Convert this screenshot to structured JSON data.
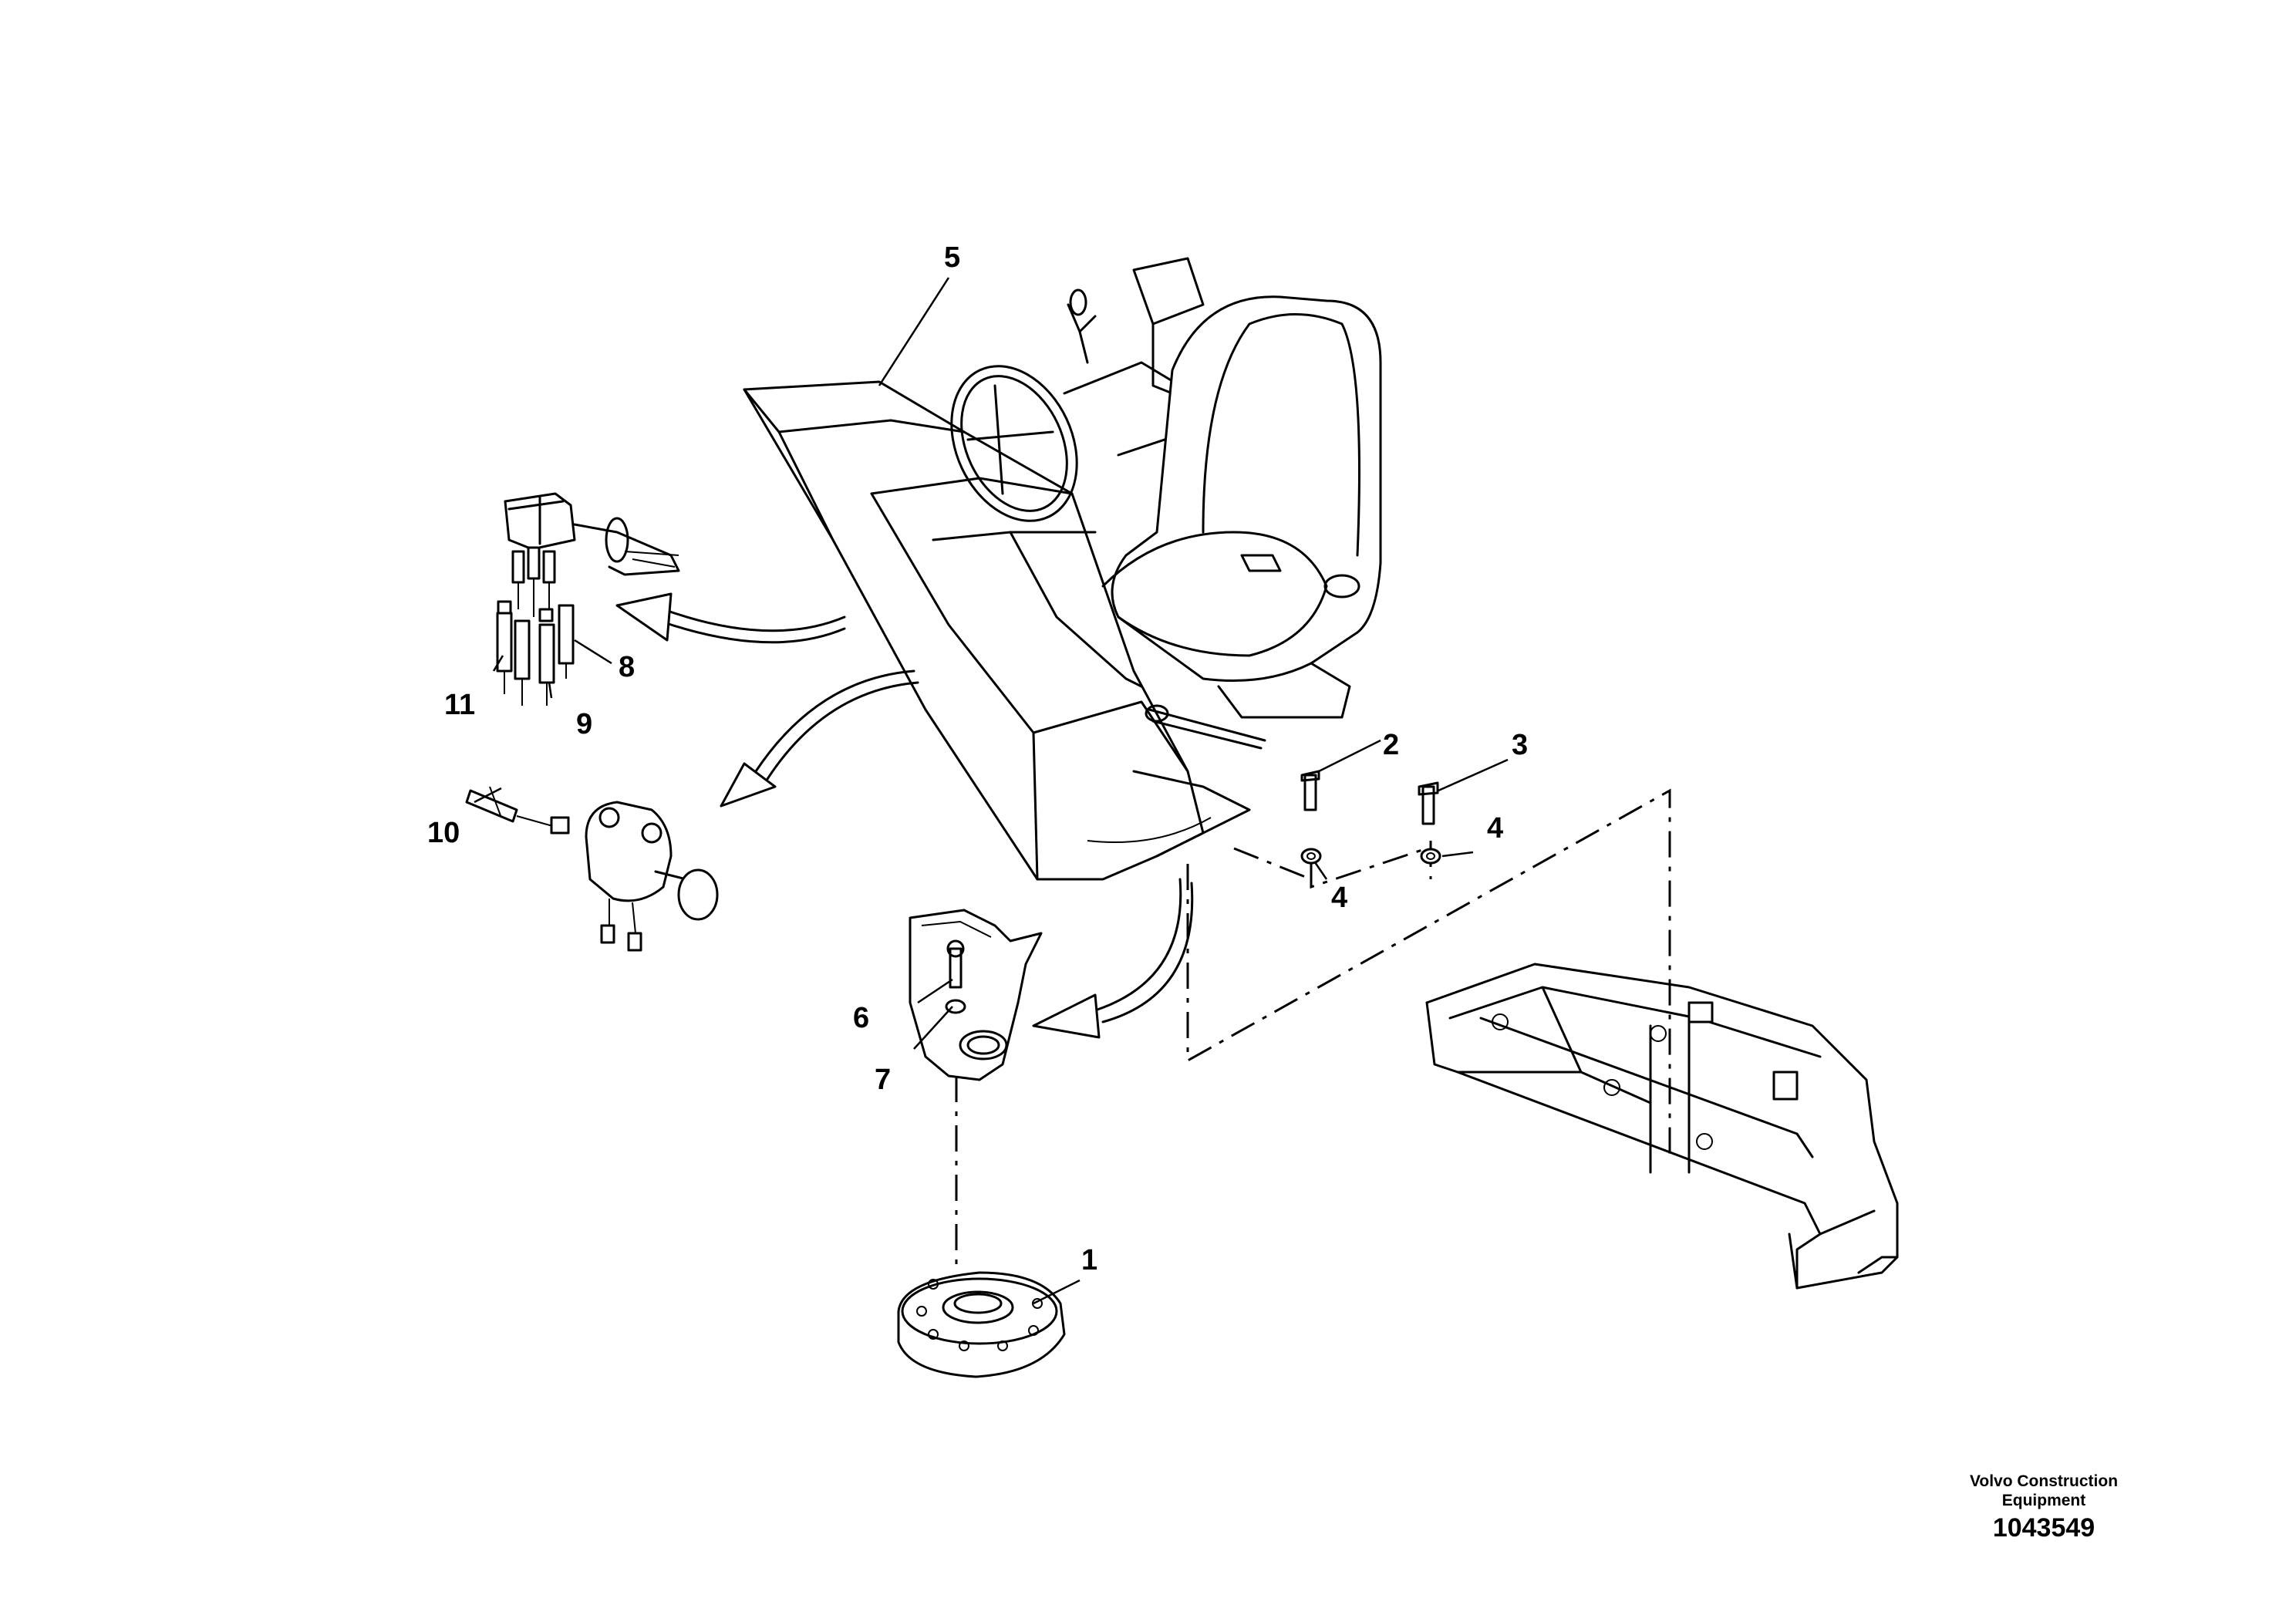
{
  "part_labels": {
    "p1": "1",
    "p2": "2",
    "p3": "3",
    "p4a": "4",
    "p4b": "4",
    "p5": "5",
    "p6": "6",
    "p7": "7",
    "p8": "8",
    "p9": "9",
    "p10": "10",
    "p11": "11"
  },
  "footer": {
    "company_line1": "Volvo Construction",
    "company_line2": "Equipment",
    "drawing_number": "1043549"
  }
}
